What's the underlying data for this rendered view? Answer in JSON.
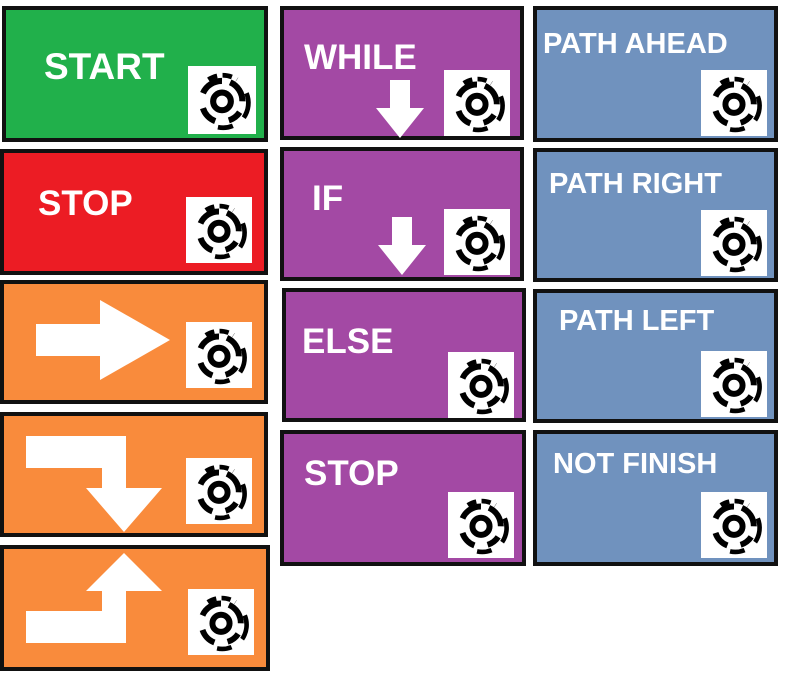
{
  "colors": {
    "start": "#21b04b",
    "stop": "#ec1c24",
    "move": "#f98b3c",
    "control": "#a349a4",
    "sensor": "#7092be",
    "border": "#111111",
    "text": "#ffffff"
  },
  "cards": {
    "start": {
      "label": "START",
      "icon": "code-marker-icon"
    },
    "stop_red": {
      "label": "STOP",
      "icon": "code-marker-icon"
    },
    "move_forward": {
      "icon": "right-arrow-icon"
    },
    "turn_down_right": {
      "icon": "turn-down-arrow-icon"
    },
    "turn_up_right": {
      "icon": "turn-up-arrow-icon"
    },
    "while": {
      "label": "WHILE",
      "icon": "down-arrow-icon"
    },
    "if": {
      "label": "IF",
      "icon": "down-arrow-icon"
    },
    "else": {
      "label": "ELSE"
    },
    "stop_purple": {
      "label": "STOP"
    },
    "path_ahead": {
      "label": "PATH AHEAD"
    },
    "path_right": {
      "label": "PATH RIGHT"
    },
    "path_left": {
      "label": "PATH LEFT"
    },
    "not_finish": {
      "label": "NOT FINISH"
    }
  }
}
